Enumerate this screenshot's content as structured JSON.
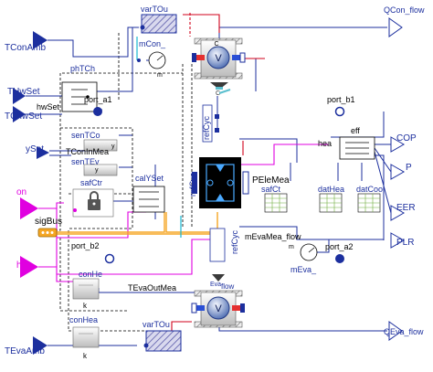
{
  "inputs": {
    "tcon_amb": "TConAmb",
    "thw_set": "THwSet",
    "tchw_set": "TChwSet",
    "y_set": "ySet",
    "on": "on",
    "hea": "hea",
    "sig_bus": "sigBus",
    "teva_amb": "TEvaAmb"
  },
  "outputs": {
    "qcon_flow": "QCon_flow",
    "cop": "COP",
    "p": "P",
    "eer": "EER",
    "plr": "PLR",
    "qeva_flow": "QEva_flow"
  },
  "blocks": {
    "var_tou_top": "varTOu",
    "m_con": "mCon_",
    "con_fan_letter": "C",
    "fan_letter_top": "V",
    "fan_letter_bot": "V",
    "ph_tch": "phTCh",
    "m_label": "m",
    "port_a1": "port_a1",
    "port_b1": "port_b1",
    "hw_set": "hwSet",
    "sen_tco": "senTCo",
    "sen_tev": "senTEv",
    "t_con_in_mea": "TConInMea",
    "y_letter_1": "y",
    "y_letter_2": "y",
    "saf_ctr": "safCtr",
    "cal_yset": "calYSet",
    "ref_cyc_top": "refCyc",
    "ref_cyc_left": "refCyc",
    "ref_cyc_bot": "refCyc",
    "pele_mea": "PEleMea",
    "eff": "eff",
    "hea_label": "hea",
    "saf_ct": "safCt",
    "dat_hea": "datHea",
    "dat_coo": "datCoo",
    "port_b2": "port_b2",
    "mevamea_flow": "mEvaMea_flow",
    "port_a2": "port_a2",
    "m_eva": "mEva_",
    "con_he": "conHe",
    "k_label_1": "k",
    "teva_out_mea": "TEvaOutMea",
    "eva_label": "Eva",
    "flow_label": "flow",
    "con_hea": "conHea",
    "k_label_2": "k",
    "var_tou_bot": "varTOu"
  }
}
